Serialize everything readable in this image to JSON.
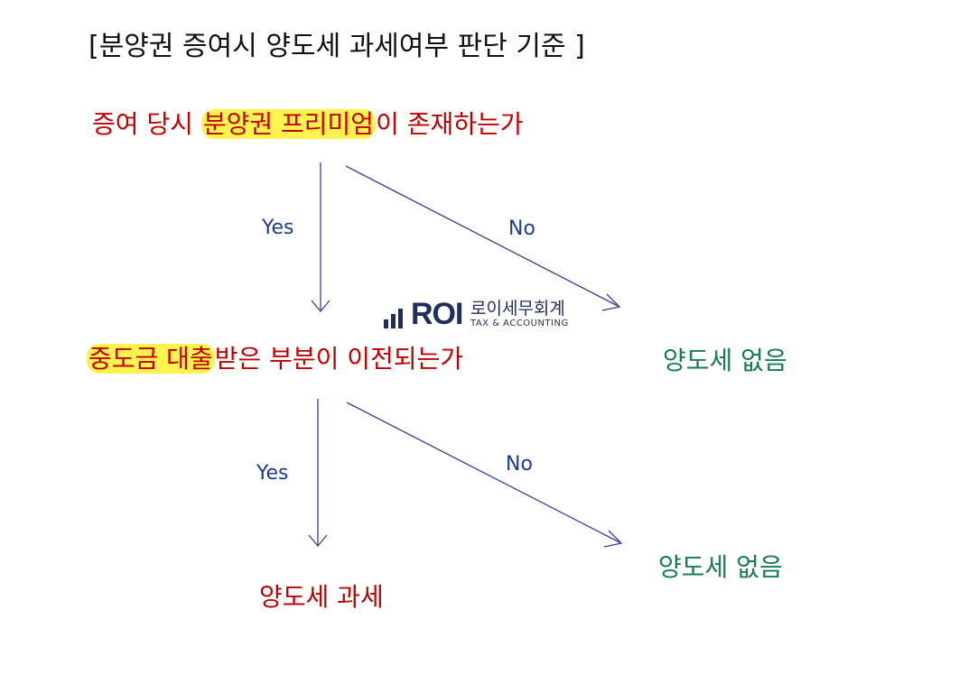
{
  "title": "[분양권 증여시 양도세 과세여부 판단 기준 ]",
  "question1": {
    "prefix": "증여 당시 ",
    "highlight": "분양권 프리미엄",
    "suffix": "이 존재하는가"
  },
  "question2": {
    "highlight": "중도금 대출",
    "suffix": "받은 부분이 이전되는가"
  },
  "edge_labels": {
    "q1_yes": "Yes",
    "q1_no": "No",
    "q2_yes": "Yes",
    "q2_no": "No"
  },
  "outcomes": {
    "q1_no_result": "양도세 없음",
    "q2_no_result": "양도세 없음",
    "q2_yes_result": "양도세 과세"
  },
  "watermark": {
    "brand": "ROI",
    "korean": "로이세무회계",
    "english": "TAX & ACCOUNTING"
  },
  "colors": {
    "question_text": "#c00000",
    "no_tax_text": "#1a7a52",
    "edge_label_text": "#1f3c8a",
    "arrow": "#3a3f8f",
    "highlight": "#fff34d"
  }
}
